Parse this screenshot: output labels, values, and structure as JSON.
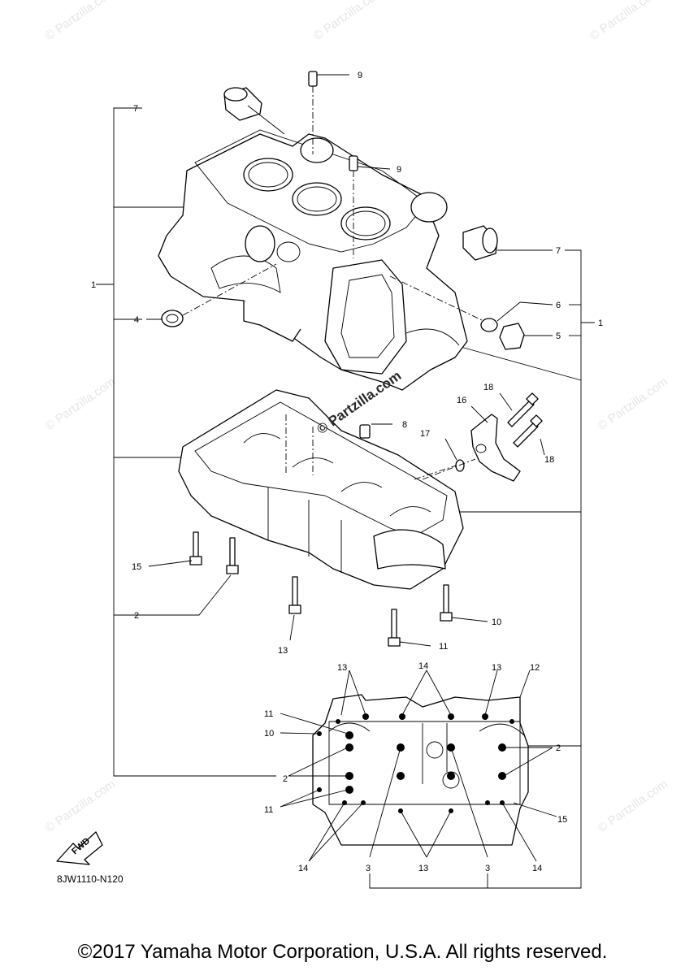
{
  "watermark": "© Partzilla.com",
  "stamp": "© Partzilla.com",
  "diagram_code": "8JW1110-N120",
  "fwd_label": "FWD",
  "callouts": {
    "c1a": "1",
    "c1b": "1",
    "c2a": "2",
    "c2b": "2",
    "c2c": "2",
    "c3a": "3",
    "c3b": "3",
    "c4": "4",
    "c5": "5",
    "c6": "6",
    "c7a": "7",
    "c7b": "7",
    "c8": "8",
    "c9a": "9",
    "c9b": "9",
    "c10a": "10",
    "c10b": "10",
    "c11a": "11",
    "c11b": "11",
    "c11c": "11",
    "c12": "12",
    "c13a": "13",
    "c13b": "13",
    "c13c": "13",
    "c13d": "13",
    "c14a": "14",
    "c14b": "14",
    "c14c": "14",
    "c15a": "15",
    "c15b": "15",
    "c16": "16",
    "c17": "17",
    "c18a": "18",
    "c18b": "18"
  },
  "copyright": "©2017 Yamaha Motor Corporation, U.S.A. All rights reserved."
}
